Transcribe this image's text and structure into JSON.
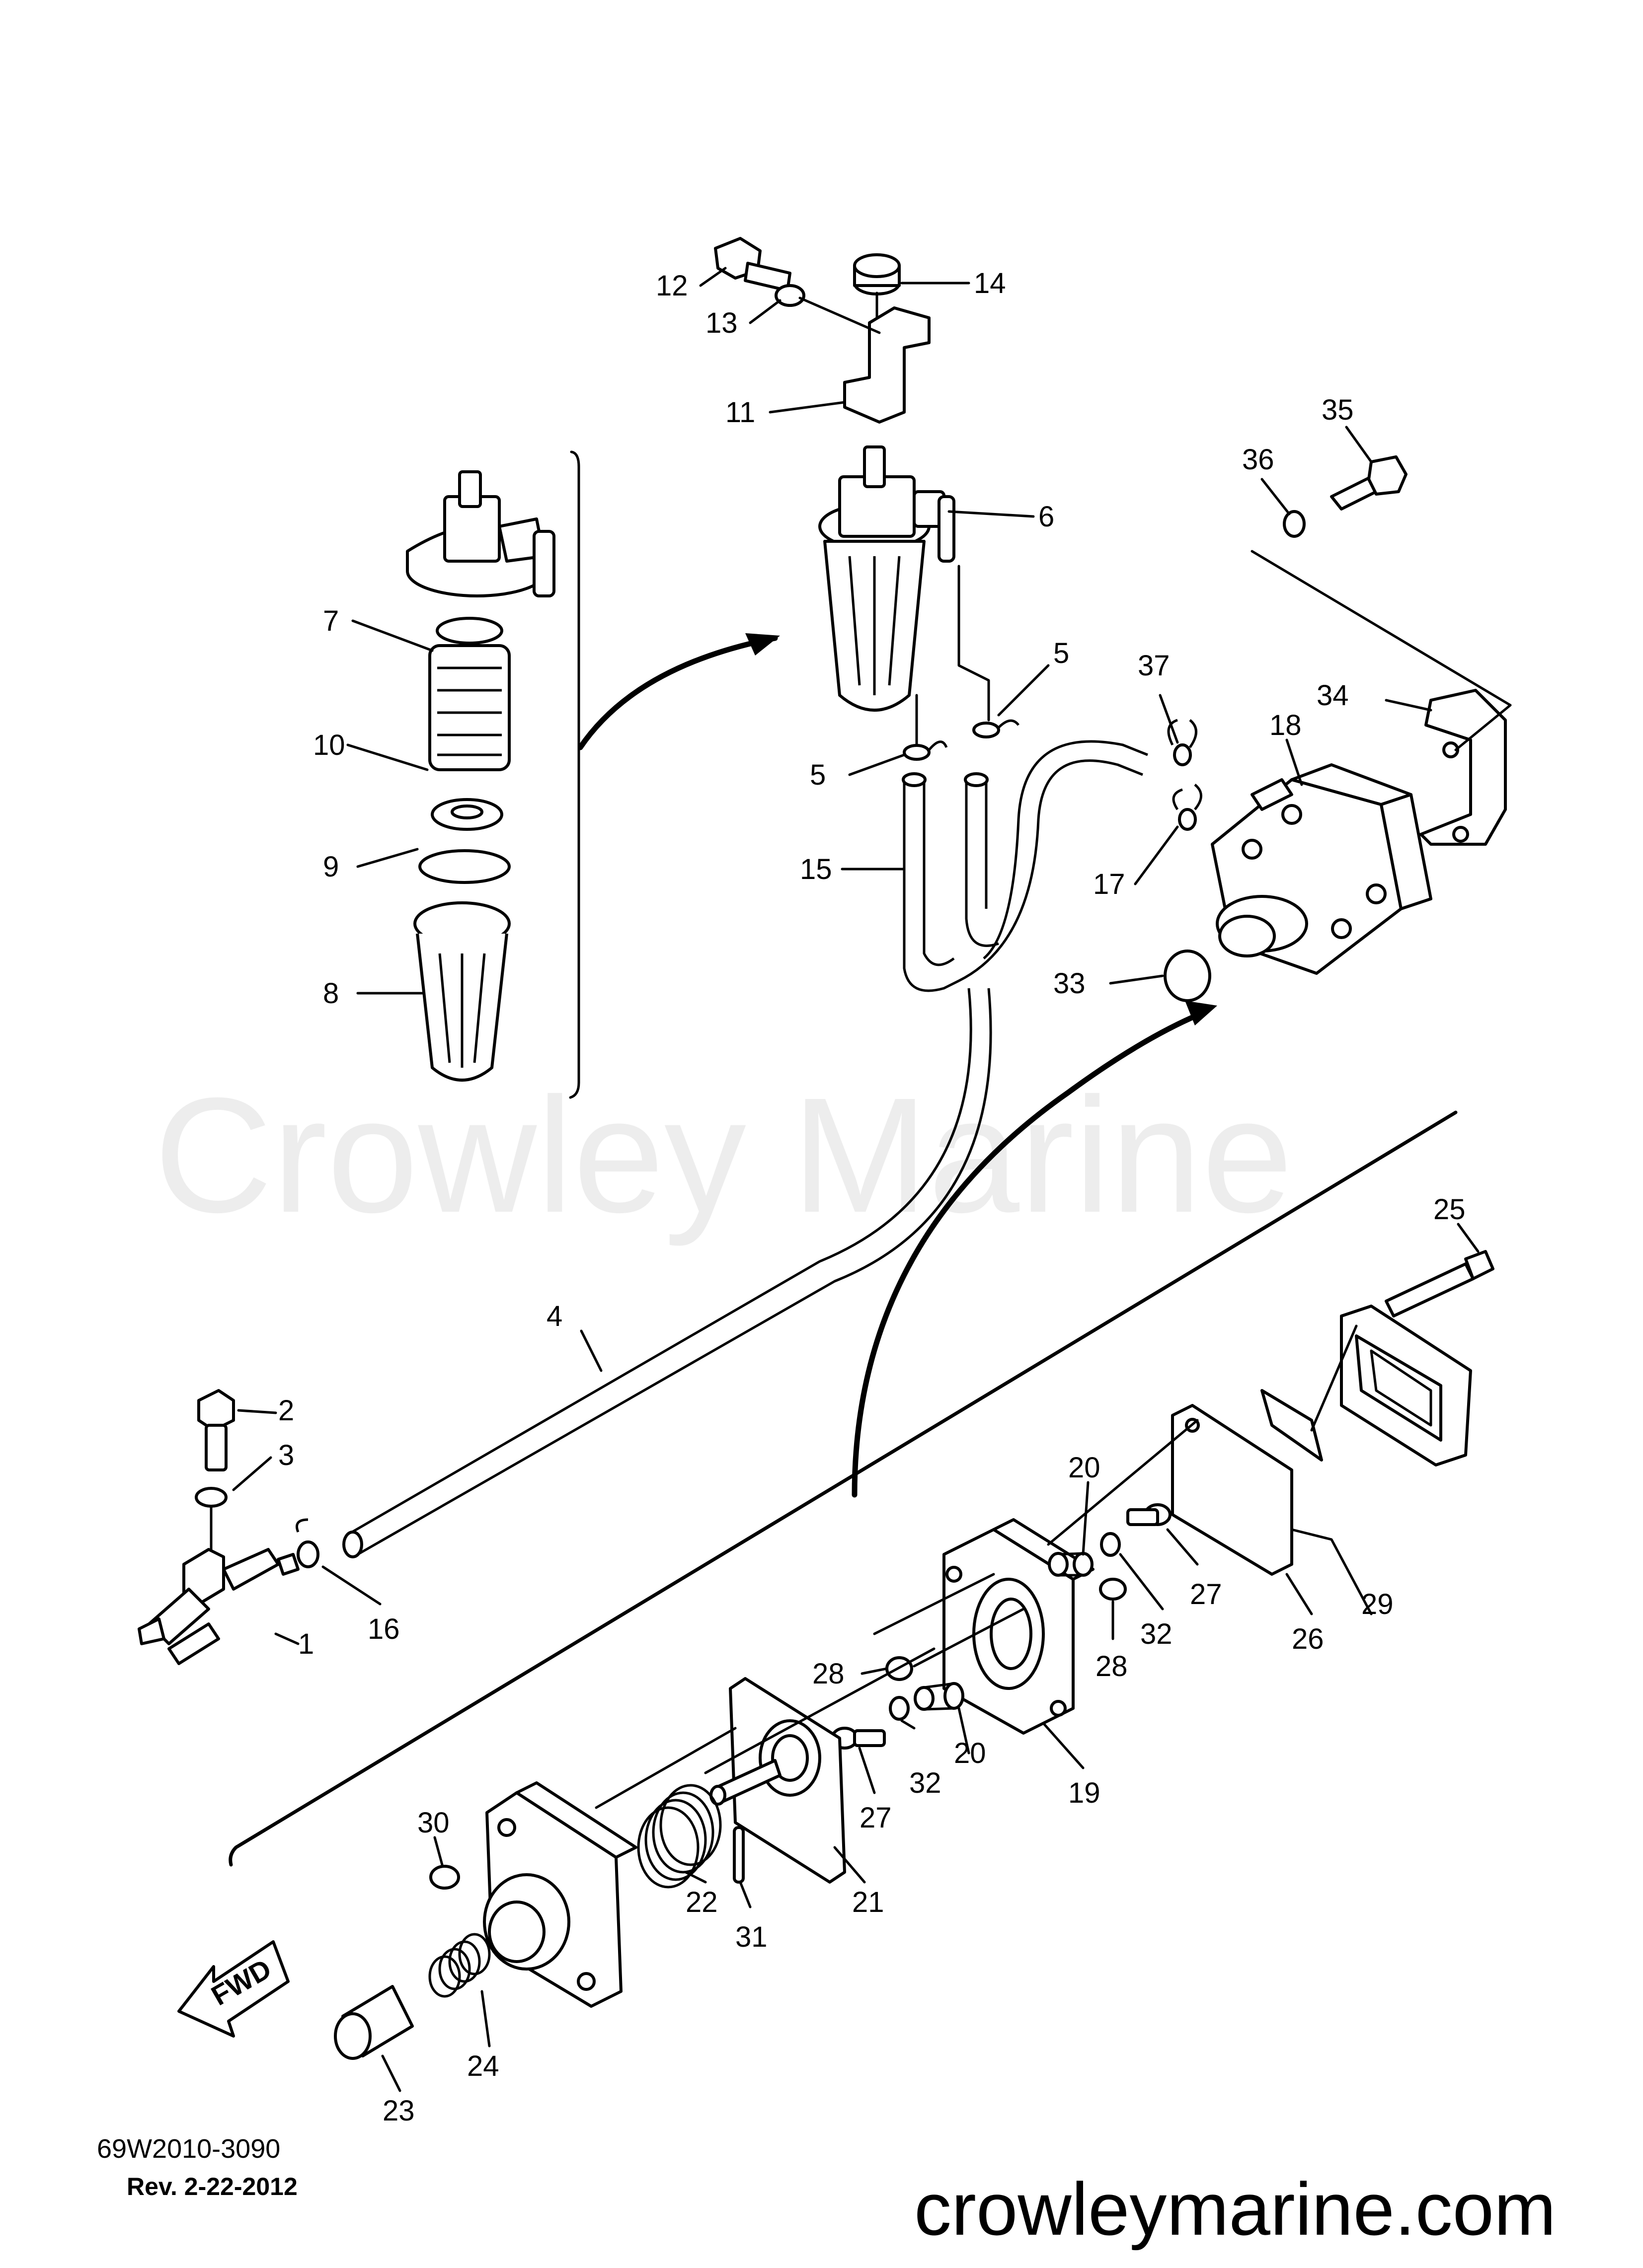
{
  "watermark": "Crowley Marine",
  "website": "crowleymarine.com",
  "part_code": "69W2010-3090",
  "revision": "Rev.  2-22-2012",
  "fwd_label": "FWD",
  "callouts": [
    {
      "id": "c1",
      "text": "1"
    },
    {
      "id": "c2",
      "text": "2"
    },
    {
      "id": "c3",
      "text": "3"
    },
    {
      "id": "c4",
      "text": "4"
    },
    {
      "id": "c5a",
      "text": "5"
    },
    {
      "id": "c5b",
      "text": "5"
    },
    {
      "id": "c6",
      "text": "6"
    },
    {
      "id": "c7",
      "text": "7"
    },
    {
      "id": "c8",
      "text": "8"
    },
    {
      "id": "c9",
      "text": "9"
    },
    {
      "id": "c10",
      "text": "10"
    },
    {
      "id": "c11",
      "text": "11"
    },
    {
      "id": "c12",
      "text": "12"
    },
    {
      "id": "c13",
      "text": "13"
    },
    {
      "id": "c14",
      "text": "14"
    },
    {
      "id": "c15",
      "text": "15"
    },
    {
      "id": "c16",
      "text": "16"
    },
    {
      "id": "c17",
      "text": "17"
    },
    {
      "id": "c18",
      "text": "18"
    },
    {
      "id": "c19",
      "text": "19"
    },
    {
      "id": "c20a",
      "text": "20"
    },
    {
      "id": "c20b",
      "text": "20"
    },
    {
      "id": "c21",
      "text": "21"
    },
    {
      "id": "c22",
      "text": "22"
    },
    {
      "id": "c23",
      "text": "23"
    },
    {
      "id": "c24",
      "text": "24"
    },
    {
      "id": "c25",
      "text": "25"
    },
    {
      "id": "c26",
      "text": "26"
    },
    {
      "id": "c27a",
      "text": "27"
    },
    {
      "id": "c27b",
      "text": "27"
    },
    {
      "id": "c28a",
      "text": "28"
    },
    {
      "id": "c28b",
      "text": "28"
    },
    {
      "id": "c29",
      "text": "29"
    },
    {
      "id": "c30",
      "text": "30"
    },
    {
      "id": "c31",
      "text": "31"
    },
    {
      "id": "c32a",
      "text": "32"
    },
    {
      "id": "c32b",
      "text": "32"
    },
    {
      "id": "c33",
      "text": "33"
    },
    {
      "id": "c34",
      "text": "34"
    },
    {
      "id": "c35",
      "text": "35"
    },
    {
      "id": "c36",
      "text": "36"
    },
    {
      "id": "c37",
      "text": "37"
    }
  ]
}
